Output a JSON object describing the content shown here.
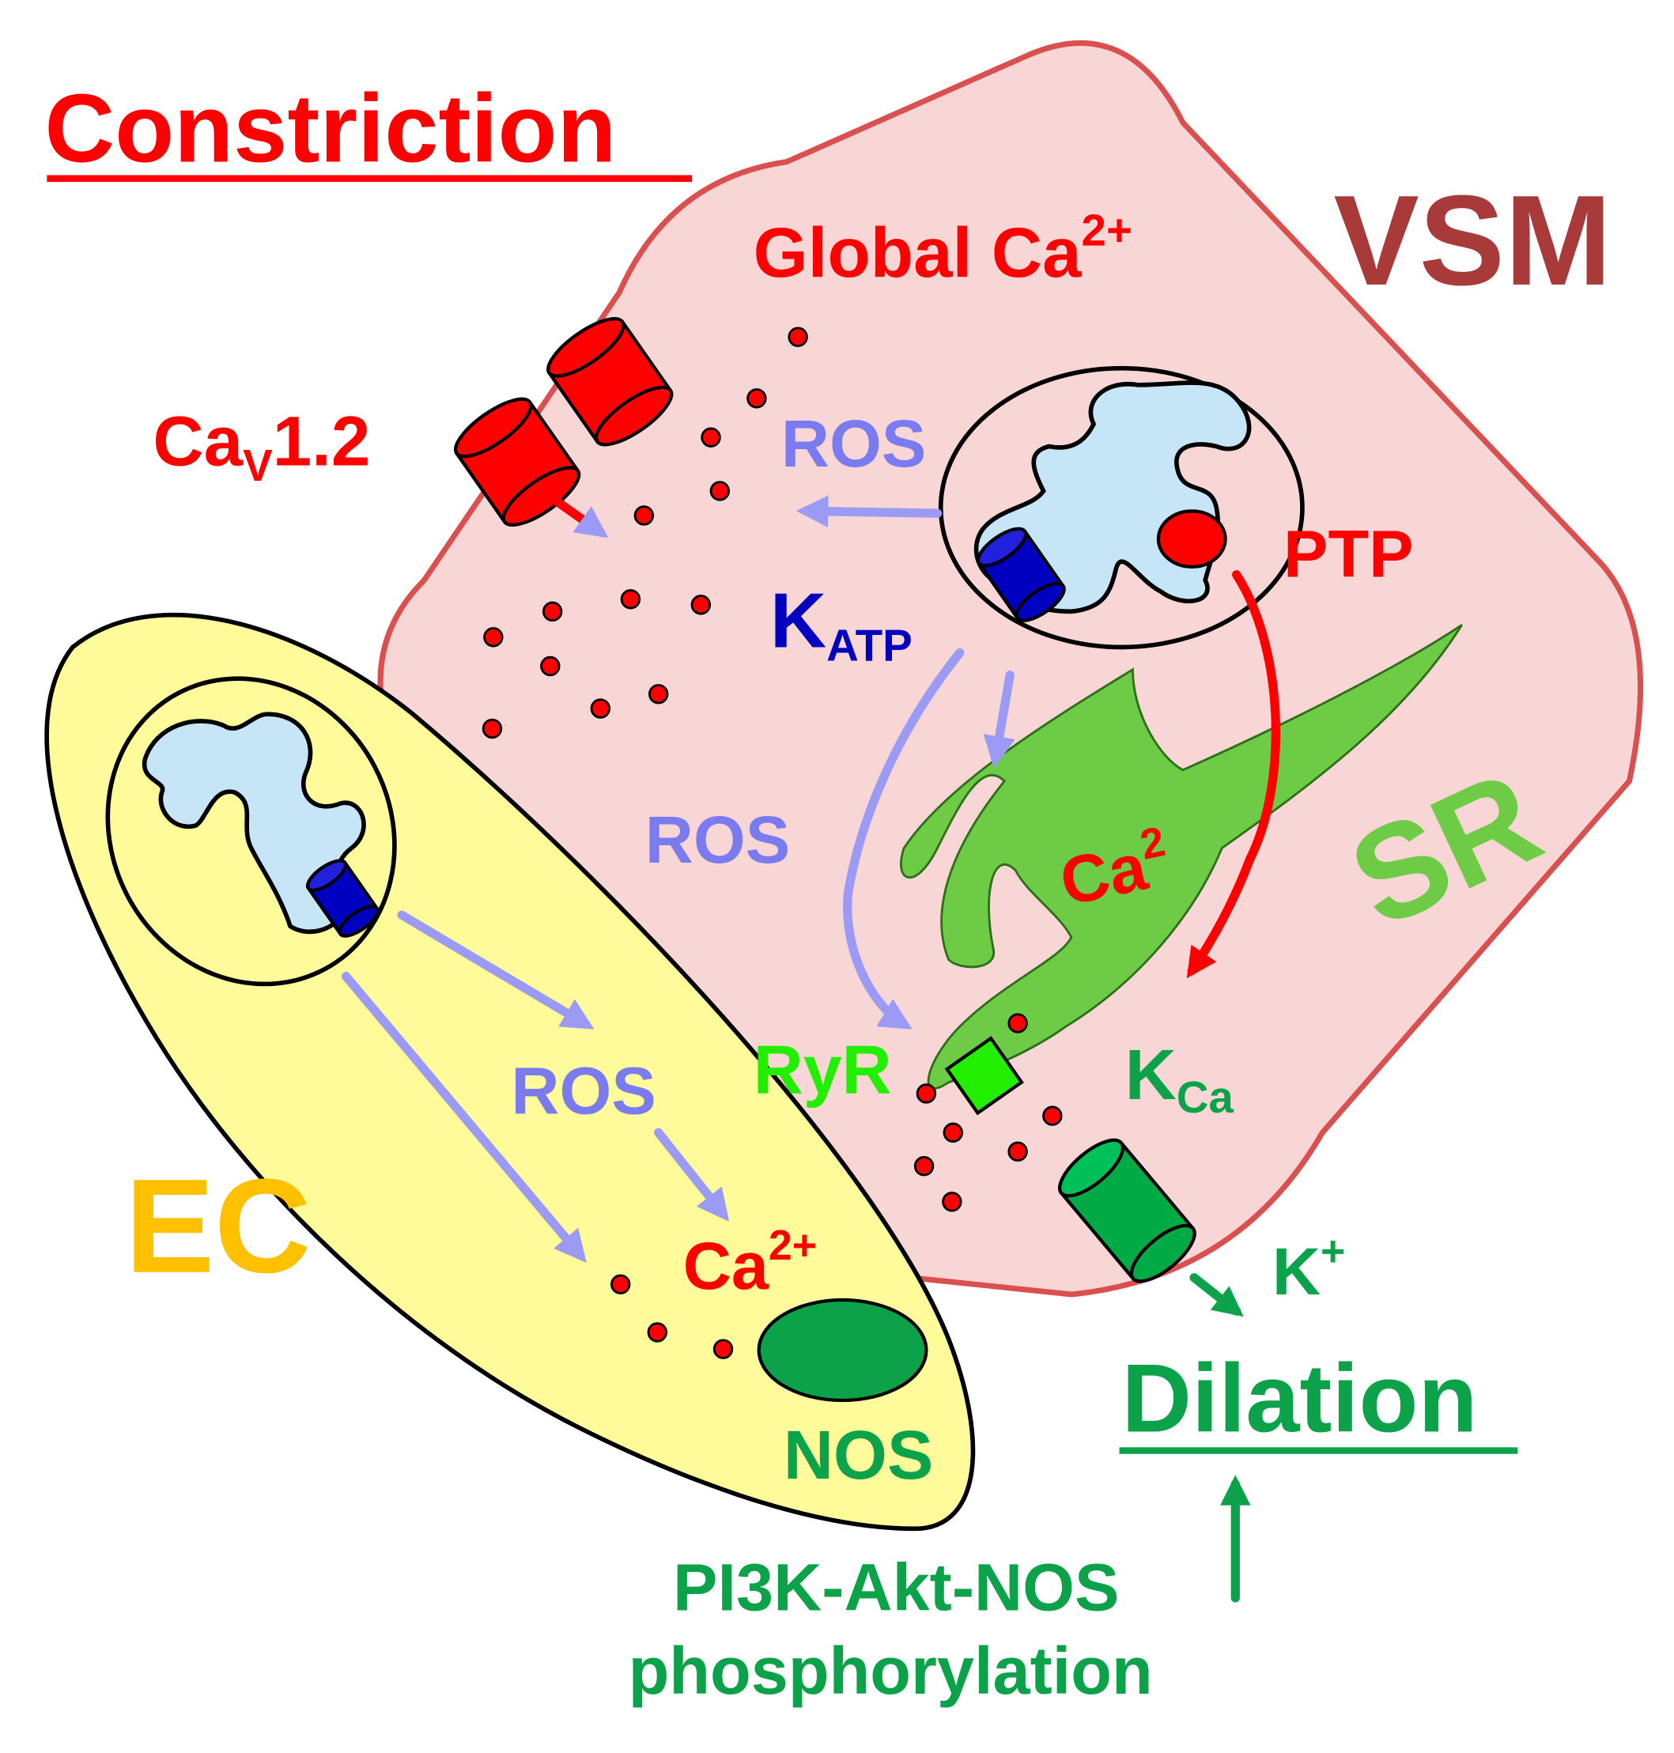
{
  "colors": {
    "constriction": "#ff0000",
    "dilation": "#0ca24a",
    "vsm": "#a83a3a",
    "sr": "#6ecb45",
    "ec": "#ffc000",
    "ros": "#7b7bf0",
    "katp": "#0000c0",
    "ryr": "#22ee00"
  },
  "labels": {
    "constriction": "Constriction",
    "vsm": "VSM",
    "global_ca": "Global Ca",
    "global_ca_sup": "2+",
    "cav_main": "Ca",
    "cav_sub": "V",
    "cav_tail": "1.2",
    "ros_top": "ROS",
    "ptp": "PTP",
    "katp_main": "K",
    "katp_sub": "ATP",
    "ros_mid": "ROS",
    "sr": "SR",
    "sr_ca": "Ca",
    "sr_ca_sup": "2",
    "ryr": "RyR",
    "kca_main": "K",
    "kca_sub": "Ca",
    "ros_ec": "ROS",
    "ec": "EC",
    "ec_ca": "Ca",
    "ec_ca_sup": "2+",
    "k_plus": "K",
    "k_plus_sup": "+",
    "dilation": "Dilation",
    "nos": "NOS",
    "pi3k": "PI3K-Akt-NOS",
    "phosphorylation": "phosphorylation"
  }
}
